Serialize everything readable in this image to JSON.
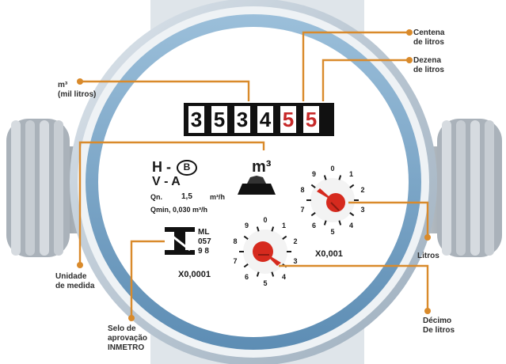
{
  "counter": {
    "digits": [
      {
        "value": "3",
        "color": "#111111"
      },
      {
        "value": "5",
        "color": "#111111"
      },
      {
        "value": "3",
        "color": "#111111"
      },
      {
        "value": "4",
        "color": "#111111"
      },
      {
        "value": "5",
        "color": "#c62828"
      },
      {
        "value": "5",
        "color": "#c62828"
      }
    ]
  },
  "face": {
    "unit": "m³",
    "class_h": "H -",
    "class_h_badge": "B",
    "class_v": "V -  A",
    "qn_label": "Qn.",
    "qn_value": "1,5",
    "qn_unit": "m³/h",
    "qmin": "Qmin, 0,030 m³/h",
    "seal_line1": "ML",
    "seal_line2": "057",
    "seal_line3": "9  8"
  },
  "dials": {
    "digits": [
      "0",
      "1",
      "2",
      "3",
      "4",
      "5",
      "6",
      "7",
      "8",
      "9"
    ],
    "liters": {
      "multiplier": "X0,001"
    },
    "tenths": {
      "multiplier": "X0,0001"
    }
  },
  "callouts": {
    "cubic_meters": [
      "m³",
      "(mil litros)"
    ],
    "hundreds_liters": [
      "Centena",
      "de litros"
    ],
    "tens_liters": [
      "Dezena",
      "de litros"
    ],
    "unit_of_measure": [
      "Unidade",
      "de medida"
    ],
    "inmetro_seal": [
      "Selo de",
      "aprovação",
      "INMETRO"
    ],
    "liters": [
      "Litros"
    ],
    "tenths_liters": [
      "Décimo",
      "De litros"
    ]
  },
  "colors": {
    "callout_line": "#d98a2b",
    "pointer": "#d62a1e",
    "ring_outer": "#bfccd8",
    "ring_inner": "#6f9fc2"
  }
}
